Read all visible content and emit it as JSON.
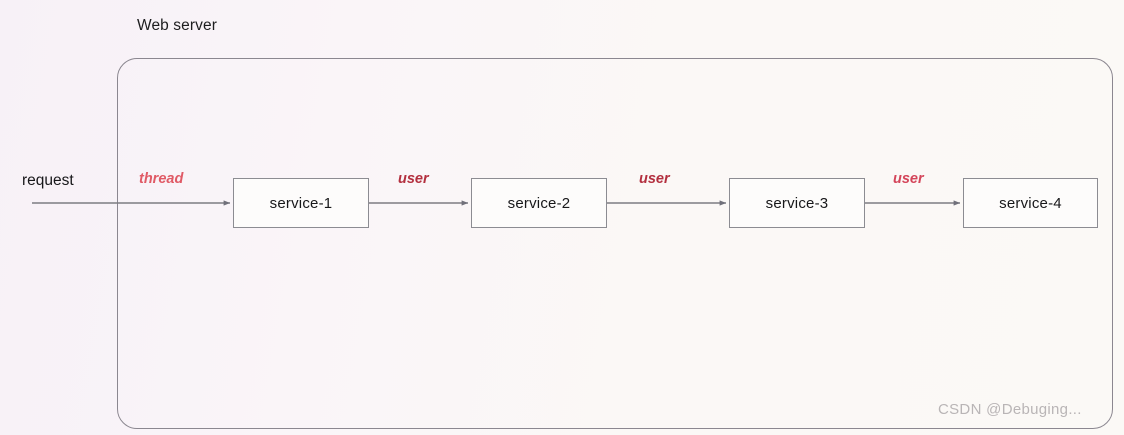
{
  "diagram": {
    "title": "Web server",
    "entry_label": "request",
    "watermark": "CSDN @Debuging...",
    "nodes": [
      {
        "id": "service-1",
        "label": "service-1"
      },
      {
        "id": "service-2",
        "label": "service-2"
      },
      {
        "id": "service-3",
        "label": "service-3"
      },
      {
        "id": "service-4",
        "label": "service-4"
      }
    ],
    "edges": [
      {
        "from": "request",
        "to": "service-1",
        "label": "thread",
        "color": "#e05a66"
      },
      {
        "from": "service-1",
        "to": "service-2",
        "label": "user",
        "color": "#b3303f"
      },
      {
        "from": "service-2",
        "to": "service-3",
        "label": "user",
        "color": "#b3303f"
      },
      {
        "from": "service-3",
        "to": "service-4",
        "label": "user",
        "color": "#d4455a"
      }
    ],
    "colors": {
      "background_left": "#f7f1f7",
      "background_right": "#fbf9f6",
      "container_border": "#8b8790",
      "node_border": "#8c8c92",
      "node_fill": "#fdfcfb",
      "arrow": "#7c7c82",
      "text": "#18181a",
      "watermark": "#b9b5b6"
    }
  }
}
